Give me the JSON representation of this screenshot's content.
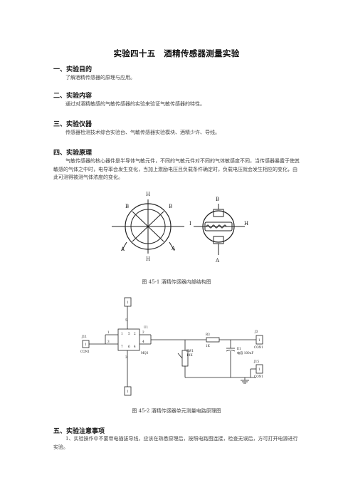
{
  "title": "实验四十五　酒精传感器测量实验",
  "sections": [
    {
      "heading": "一、实验目的",
      "text": "了解酒精传感器的原理与应用。"
    },
    {
      "heading": "二、实验内容",
      "text": "通过对酒精敏感的气敏传感器的实验来验证气敏传感器的特性。"
    },
    {
      "heading": "三、实验仪器",
      "text": "传感器检测技术综合实验台、气敏传感器实验模块、酒精少许、导线。"
    },
    {
      "heading": "四、实验原理",
      "paragraph": "气敏传感器的核心器件是半导体气敏元件，不同的气敏元件对不同的气体敏感度不同，当传感器暴露于使其敏感的气体之中时，电导率会发生变化，当加上激励电压且负载条件确定时，负载电压就会发生相应的变化，由此可测得被测气体浓度的变化。"
    },
    {
      "heading": "五、实验注意事项",
      "paragraph": "1、实验操作中不要带电插拔导线，应该在熟悉原理后，按照电路图连接，检查无误后，方可打开电源进行实验。"
    }
  ],
  "figure1": {
    "caption": "图 45-1  酒精传感器内部结构图",
    "labels": {
      "H": "H",
      "B": "B",
      "A": "A",
      "I": "I"
    }
  },
  "figure2": {
    "caption": "图 45-2  酒精传感器单元测量电路原理图",
    "labels": {
      "j11": "J11",
      "j11_sub": "CON1",
      "u1": "U1",
      "u1_part": "MQ3",
      "r3": "R3",
      "r3_val": "1K",
      "j3": "J3",
      "j3_sub": "CON1",
      "j15": "J15",
      "j15_sub": "CON1",
      "rw1": "RW1",
      "rw1_val": "10K",
      "e1": "E1",
      "e1_note": "电容 100uF",
      "pin1": "1",
      "pin2": "2",
      "pin3": "3",
      "pin4": "4",
      "pin5": "5",
      "pin6": "6",
      "pin7": "7"
    }
  }
}
